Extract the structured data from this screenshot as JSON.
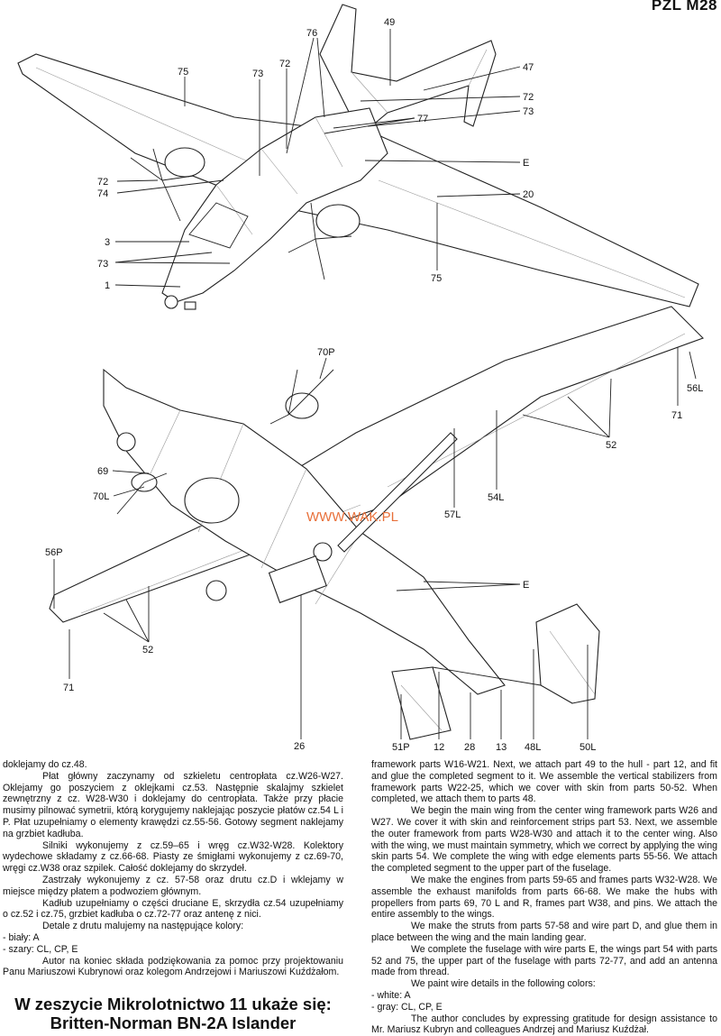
{
  "header": {
    "model_code": "PZL M28"
  },
  "watermark": "WWW.WAK.PL",
  "top_view_labels": [
    "49",
    "76",
    "72",
    "73",
    "75",
    "47",
    "72",
    "73",
    "77",
    "E",
    "72",
    "74",
    "20",
    "3",
    "73",
    "1",
    "75"
  ],
  "bottom_view_labels": [
    "70P",
    "56L",
    "71",
    "52",
    "69",
    "70L",
    "57L",
    "54L",
    "56P",
    "E",
    "52",
    "71",
    "26",
    "51P",
    "12",
    "28",
    "13",
    "48L",
    "50L"
  ],
  "left_column": {
    "paragraphs": [
      "doklejamy do cz.48.",
      "Płat główny zaczynamy od szkieletu centropłata cz.W26-W27. Oklejamy go poszyciem z oklejkami cz.53. Następnie skalajmy szkielet zewnętrzny z cz. W28-W30 i doklejamy do centropłata. Także przy płacie musimy pilnować symetrii, którą korygujemy naklejając poszycie płatów cz.54 L i P. Płat uzupełniamy o elementy krawędzi cz.55-56. Gotowy segment naklejamy na grzbiet kadłuba.",
      "Silniki wykonujemy z cz.59–65 i wręg cz.W32-W28. Kolektory wydechowe składamy z cz.66-68. Piasty ze śmigłami wykonujemy z cz.69-70, wręgi cz.W38 oraz szpilek. Całość doklejamy do skrzydeł.",
      "Zastrzały wykonujemy z cz. 57-58 oraz drutu cz.D i wklejamy w miejsce między płatem a podwoziem głównym.",
      "Kadłub uzupełniamy o części druciane E, skrzydła cz.54 uzupełniamy o cz.52 i cz.75, grzbiet kadłuba o cz.72-77 oraz antenę z nici.",
      "Detale z drutu malujemy na następujące kolory:",
      "- biały: A",
      "- szary: CL, CP, E",
      "Autor na koniec składa podziękowania za pomoc przy projektowaniu Panu Mariuszowi Kubrynowi oraz kolegom Andrzejowi i Mariuszowi Kuźdżałom."
    ]
  },
  "right_column": {
    "paragraphs": [
      "framework parts W16-W21. Next, we attach part 49 to the hull - part 12, and fit and glue the completed segment to it. We assemble the vertical stabilizers from framework parts W22-25, which we cover with skin from parts 50-52. When completed, we attach them to parts 48.",
      "We begin the main wing from the center wing framework parts W26 and W27. We cover it with skin and reinforcement strips part 53. Next, we assemble the outer framework from parts W28-W30 and attach it to the center wing. Also with the wing, we must maintain symmetry, which we correct by applying the wing skin parts 54. We complete the wing with edge elements parts 55-56. We attach the completed segment to the upper part of the fuselage.",
      "We make the engines from parts 59-65 and frames parts W32-W28. We assemble the exhaust manifolds from parts 66-68. We make the hubs with propellers from parts 69, 70 L and R, frames part W38, and pins. We attach the entire assembly to the wings.",
      "We make the struts from parts 57-58 and wire part D, and glue them in place between the wing and the main landing gear.",
      "We complete the fuselage with wire parts E, the wings part 54 with parts 52 and 75, the upper part of the fuselage with parts 72-77, and add an antenna made from thread.",
      "We paint wire details in the following colors:",
      "- white: A",
      "- gray: CL, CP, E",
      "The author concludes by expressing gratitude for design assistance to Mr. Mariusz Kubryn and colleagues Andrzej and Mariusz Kuźdżał."
    ]
  },
  "next_issue": {
    "line1": "W zeszycie Mikrolotnictwo 11 ukaże się:",
    "line2": "Britten-Norman BN-2A Islander"
  }
}
